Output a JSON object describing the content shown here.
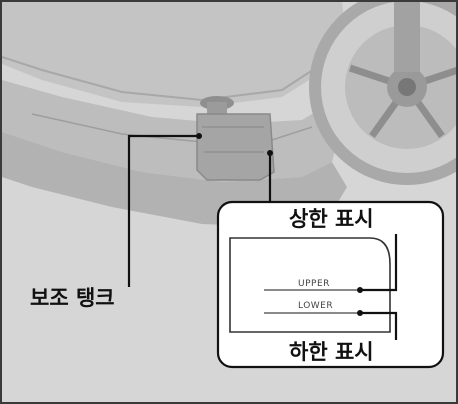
{
  "labels": {
    "aux_tank": "보조 탱크",
    "upper_mark": "상한 표시",
    "lower_mark": "하한 표시"
  },
  "tank_markings": {
    "upper": "UPPER",
    "lower": "LOWER"
  },
  "colors": {
    "background": "#d6d6d6",
    "frame": "#3a3a3a",
    "callout_box": "#ffffff",
    "leader_line": "#111111"
  }
}
